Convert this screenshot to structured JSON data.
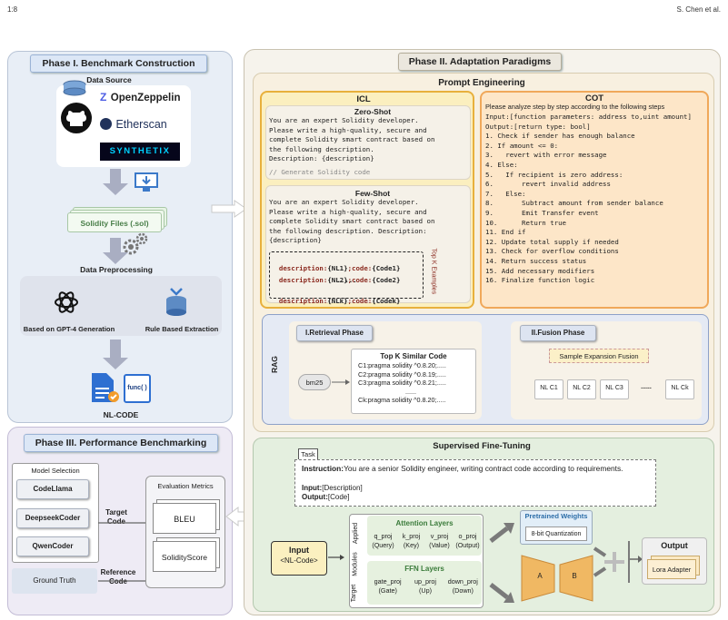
{
  "header": {
    "page_no": "1:8",
    "authors": "S. Chen et al."
  },
  "phase1": {
    "title": "Phase I.  Benchmark Construction",
    "data_source": "Data Source",
    "sources": [
      "OpenZeppelin",
      "Etherscan",
      "SYNTHETIX"
    ],
    "files": "Solidity Files (.sol)",
    "preprocessing": "Data Preprocessing",
    "gpt4": "Based on GPT-4 Generation",
    "rule": "Rule Based Extraction",
    "func_icon": "func( )",
    "nlcode": "NL-CODE"
  },
  "phase3": {
    "title": "Phase III. Performance Benchmarking",
    "model_selection": "Model Selection",
    "models": [
      "CodeLlama",
      "DeepseekCoder",
      "QwenCoder"
    ],
    "target_code": "Target\nCode",
    "ground_truth": "Ground Truth",
    "reference_code": "Reference\nCode",
    "eval_metrics": "Evaluation Metrics",
    "metrics": [
      "BLEU",
      "SolidityScore"
    ]
  },
  "phase2": {
    "title": "Phase II.  Adaptation Paradigms",
    "prompt_engineering": "Prompt Engineering",
    "icl": {
      "title": "ICL",
      "zero_shot_title": "Zero-Shot",
      "zero_shot_text": "You are an expert Solidity developer.\nPlease write a high-quality, secure and\ncomplete Solidity smart contract based on\nthe following description.\nDescription: {description}",
      "zero_shot_comment": "// Generate Solidity code",
      "few_shot_title": "Few-Shot",
      "few_shot_text": "You are an expert Solidity developer.\nPlease write a high-quality, secure and\ncomplete Solidity smart contract based on\nthe following description. Description:\n{description}",
      "examples": [
        {
          "k1": "description:",
          "v1": "{NL1}",
          "k2": ";code:",
          "v2": "{Code1}"
        },
        {
          "k1": "description:",
          "v1": "{NL2}",
          "k2": ";code:",
          "v2": "{Code2}"
        },
        {
          "k1": "description:",
          "v1": "{NLk}",
          "k2": ";code:",
          "v2": "{Codek}"
        }
      ],
      "ellipsis": "......",
      "topk_label": "Top K Examples"
    },
    "cot": {
      "title": "COT",
      "intro": "Please analyze step by step according to the following steps",
      "lines": [
        "Input:[function parameters: address to,uint amount]",
        "Output:[return type: bool]",
        "1. Check if sender has enough balance",
        "2. If amount <= 0:",
        "3.   revert with error message",
        "4. Else:",
        "5.   If recipient is zero address:",
        "6.       revert invalid address",
        "7.   Else:",
        "8.       Subtract amount from sender balance",
        "9.       Emit Transfer event",
        "10.      Return true",
        "11. End if",
        "12. Update total supply if needed",
        "13. Check for overflow conditions",
        "14. Return success status",
        "15. Add necessary modifiers",
        "16. Finalize function logic"
      ]
    },
    "rag": {
      "label": "RAG",
      "retrieval": "I.Retrieval Phase",
      "bm25": "bm25",
      "topk_title": "Top K Similar Code",
      "topk_lines": [
        "C1:pragma solidity ^0.8.20;.....",
        "C2:pragma solidity ^0.8.19;.....",
        "C3:pragma solidity ^0.8.21;.....",
        "......",
        "Ck:pragma solidity ^0.8.20;....."
      ],
      "fusion": "II.Fusion Phase",
      "sample_expansion": "Sample Expansion Fusion",
      "nl_items": [
        "NL C1",
        "NL C2",
        "NL C3",
        "......",
        "NL Ck"
      ]
    },
    "sft": {
      "title": "Supervised Fine-Tuning",
      "task": "Task",
      "instruction_label": "Instruction:",
      "instruction_text": "You are a senior Solidity engineer, writing contract code according to requirements.",
      "input_label": "Input:",
      "input_text": "[Description]",
      "output_label": "Output:",
      "output_text": "[Code]",
      "input_box": "Input",
      "input_sub": "<NL-Code>",
      "target_modules": [
        "Applied",
        "Modules",
        "Target"
      ],
      "attention": "Attention Layers",
      "attn_proj": [
        [
          "q_proj",
          "(Query)"
        ],
        [
          "k_proj",
          "(Key)"
        ],
        [
          "v_proj",
          "(Value)"
        ],
        [
          "o_proj",
          "(Output)"
        ]
      ],
      "ffn": "FFN Layers",
      "ffn_proj": [
        [
          "gate_proj",
          "(Gate)"
        ],
        [
          "up_proj",
          "(Up)"
        ],
        [
          "down_proj",
          "(Down)"
        ]
      ],
      "pretrained": "Pretrained Weights",
      "quant": "8-bit Quantization",
      "a": "A",
      "b": "B",
      "output": "Output",
      "lora": "Lora Adapter"
    }
  },
  "colors": {
    "phase1_bg": "#e8eef6",
    "phase3_bg": "#eeebf5",
    "phase2_bg": "#f6f3ec",
    "icl_bg": "#fbefbf",
    "cot_bg": "#fde6c8",
    "rag_bg": "#e5eaf4",
    "sft_bg": "#e4efdf",
    "orange": "#f0a85a",
    "yellow": "#f7dc8a"
  }
}
